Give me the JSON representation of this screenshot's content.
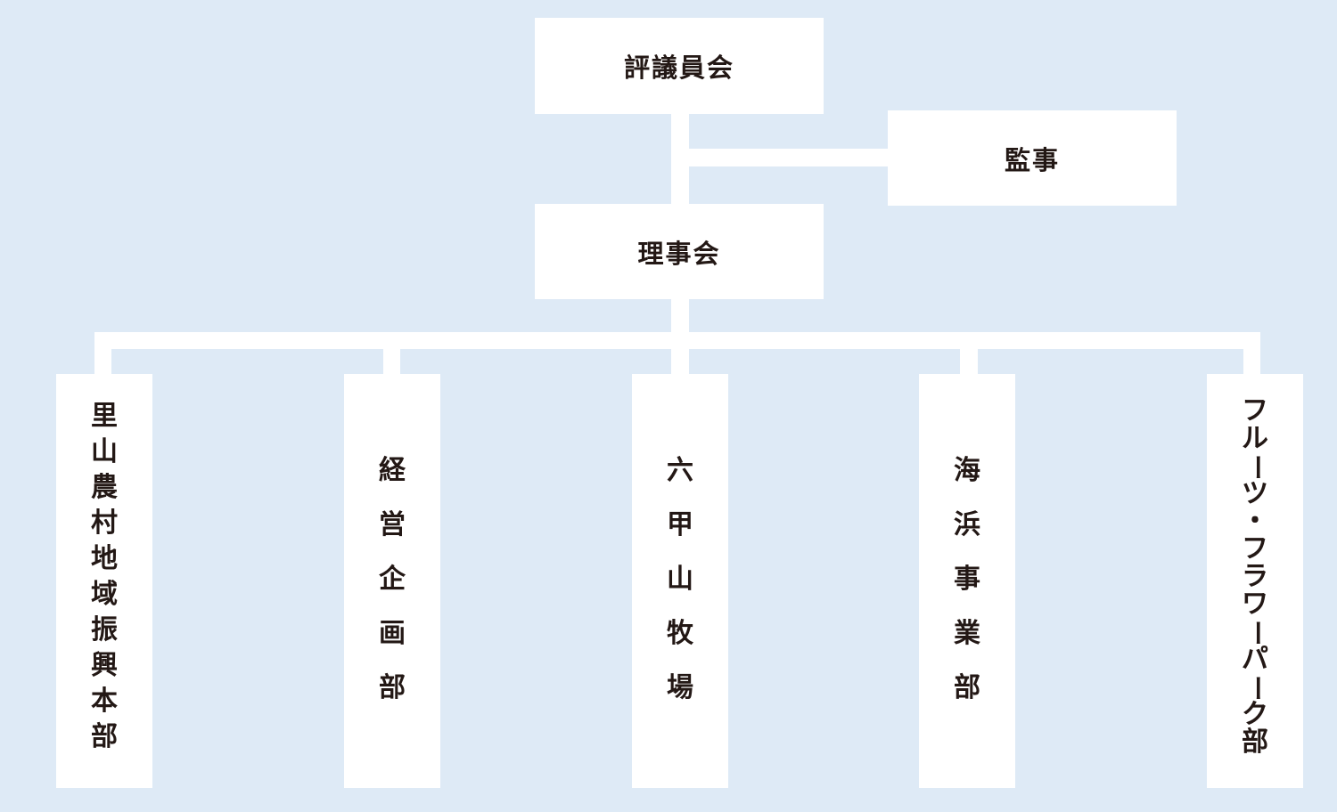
{
  "top": {
    "council": "評議員会",
    "auditor": "監事",
    "board": "理事会"
  },
  "departments": [
    "里山農村地域振興本部",
    "経営企画部",
    "六甲山牧場",
    "海浜事業部",
    "フルーツ・フラワーパーク部"
  ]
}
